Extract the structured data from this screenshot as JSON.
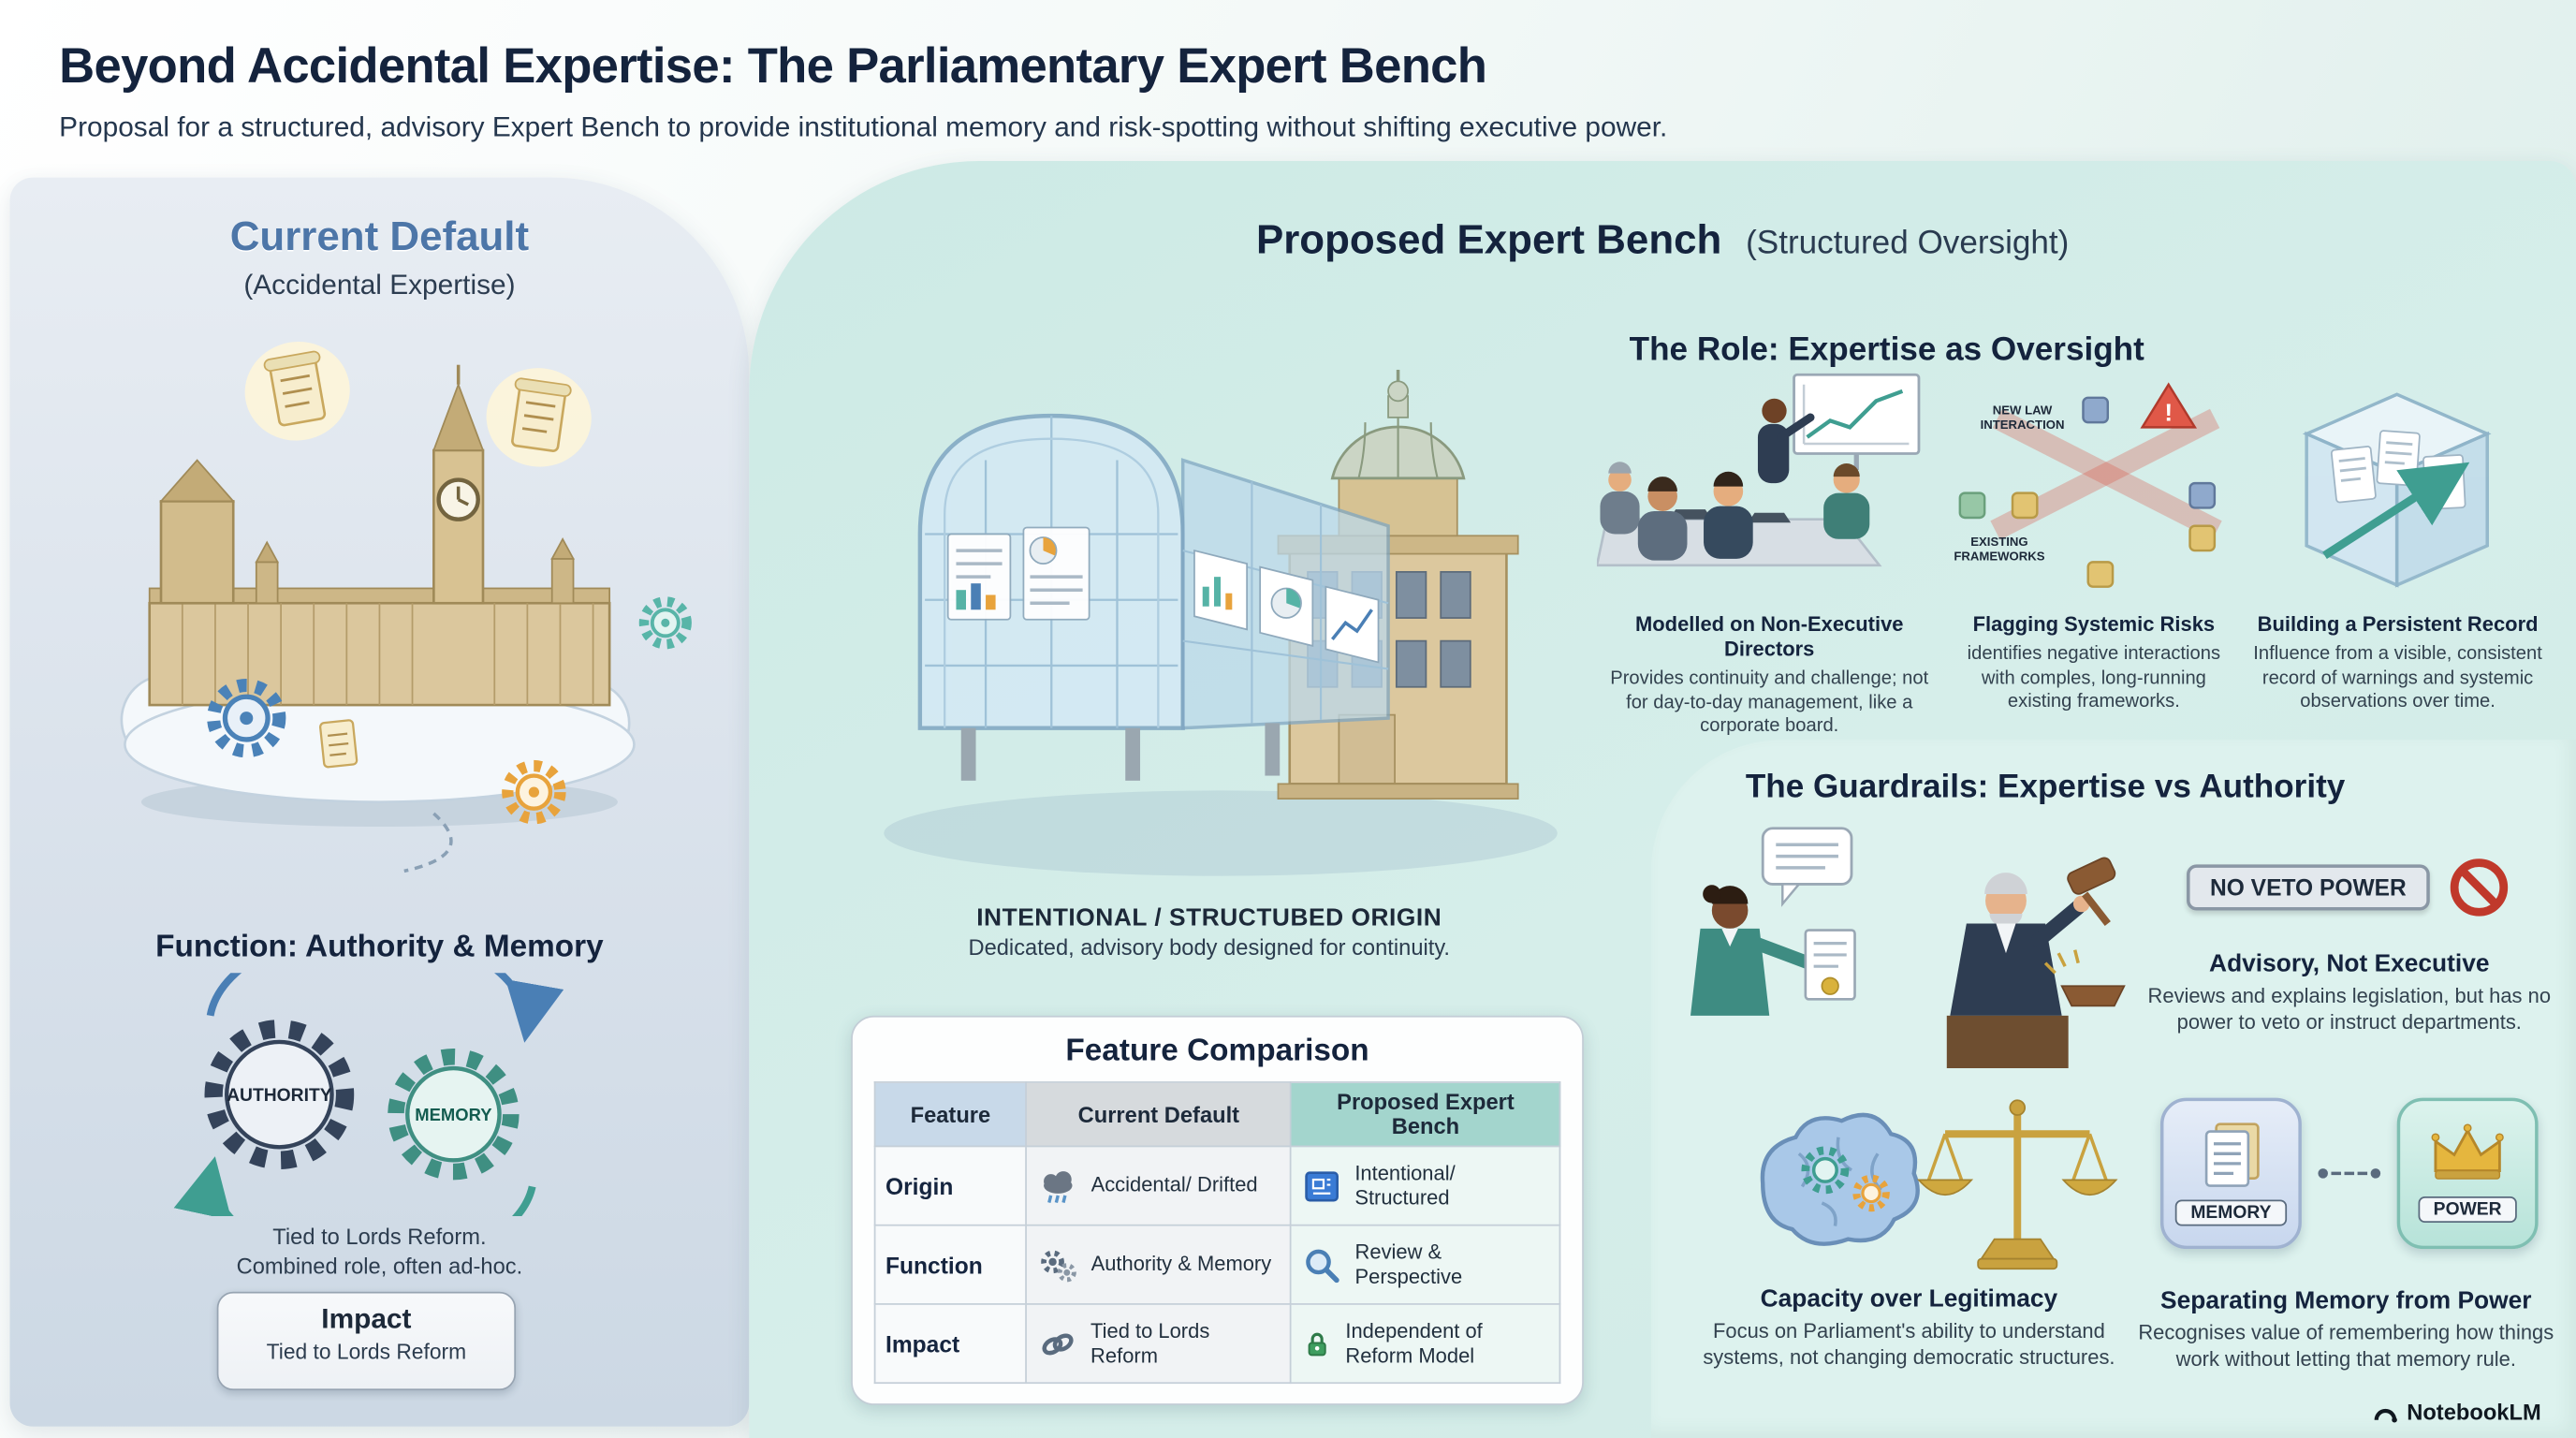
{
  "header": {
    "title": "Beyond Accidental Expertise: The Parliamentary Expert Bench",
    "subtitle": "Proposal for a structured, advisory Expert Bench to provide institutional memory and risk-spotting without shifting executive power."
  },
  "left_panel": {
    "heading": "Current Default",
    "subheading": "(Accidental Expertise)",
    "function_heading": "Function: Authority & Memory",
    "gears": {
      "left": "AUTHORITY",
      "right": "MEMORY"
    },
    "note_line1": "Tied to Lords Reform.",
    "note_line2": "Combined role, often ad-hoc.",
    "impact_box": {
      "title": "Impact",
      "text": "Tied to Lords Reform"
    }
  },
  "right_panel": {
    "heading_bold": "Proposed Expert Bench",
    "heading_light": "(Structured Oversight)",
    "origin_caption": {
      "title": "INTENTIONAL / STRUCTUBED ORIGIN",
      "text": "Dedicated, advisory body designed for continuity."
    },
    "comparison_table": {
      "title": "Feature Comparison",
      "columns": [
        "Feature",
        "Current Default",
        "Proposed Expert Bench"
      ],
      "rows": [
        {
          "feature": "Origin",
          "current": "Accidental/ Drifted",
          "current_icon": "storm-cloud-icon",
          "proposed": "Intentional/ Structured",
          "proposed_icon": "blueprint-icon"
        },
        {
          "feature": "Function",
          "current": "Authority & Memory",
          "current_icon": "gears-icon",
          "proposed": "Review & Perspective",
          "proposed_icon": "magnifier-icon"
        },
        {
          "feature": "Impact",
          "current": "Tied to Lords Reform",
          "current_icon": "chain-icon",
          "proposed": "Independent of Reform Model",
          "proposed_icon": "padlock-icon"
        }
      ]
    },
    "role_section": {
      "heading": "The Role: Expertise as Oversight",
      "items": [
        {
          "title": "Modelled on Non-Executive Directors",
          "text": "Provides continuity and challenge; not for day-to-day management, like a corporate board."
        },
        {
          "title": "Flagging Systemic Risks",
          "text": "identifies negative interactions with comples, long-running existing frameworks.",
          "diagram_labels": {
            "new_law": [
              "NEW LAW",
              "INTERACTION"
            ],
            "existing": [
              "EXISTING",
              "FRAMEWORKS"
            ]
          }
        },
        {
          "title": "Building a Persistent Record",
          "text": "Influence from a visible, consistent record of warnings and systemic observations over time."
        }
      ]
    },
    "guardrails_section": {
      "heading": "The Guardrails: Expertise vs Authority",
      "advisory": {
        "badge": "NO VETO POWER",
        "title": "Advisory, Not Executive",
        "text": "Reviews and explains legislation, but has no power to veto or instruct departments."
      },
      "capacity": {
        "title": "Capacity over Legitimacy",
        "text": "Focus on Parliament's ability to understand systems, not changing democratic structures."
      },
      "memory_power": {
        "memory_label": "MEMORY",
        "power_label": "POWER",
        "title": "Separating Memory from Power",
        "text": "Recognises value of remembering how things work without letting that memory rule."
      }
    }
  },
  "footer": {
    "brand": "NotebookLM"
  },
  "colors": {
    "accent_navy": "#16253f",
    "steel_blue": "#4d76a8",
    "left_panel": "#dde4ed",
    "right_panel": "#cfeae5",
    "guardrails_panel": "#ddf2ee",
    "table_header_teal": "#a3d5cd",
    "table_header_blue": "#c8d9e9",
    "table_header_gray": "#d6dadd",
    "alert_red": "#d95445",
    "gold": "#caa23f"
  }
}
